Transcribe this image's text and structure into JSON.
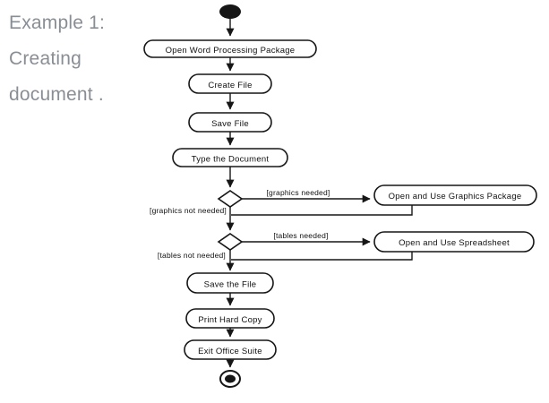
{
  "caption": {
    "lines": [
      "Example 1:",
      "Creating",
      "document ."
    ]
  },
  "colors": {
    "caption_text": "#898e95",
    "diagram_stroke": "#161616",
    "node_fill": "#ffffff",
    "background": "#ffffff"
  },
  "diagram": {
    "type": "uml-activity-diagram",
    "nodes": {
      "open_word_processing": "Open Word Processing Package",
      "create_file": "Create File",
      "save_file": "Save File",
      "type_document": "Type the Document",
      "graphics_package": "Open and Use Graphics Package",
      "spreadsheet": "Open and Use Spreadsheet",
      "save_the_file": "Save the File",
      "print_hard_copy": "Print Hard Copy",
      "exit_office_suite": "Exit Office Suite"
    },
    "guards": {
      "graphics_needed": "[graphics needed]",
      "graphics_not_needed": "[graphics not needed]",
      "tables_needed": "[tables needed]",
      "tables_not_needed": "[tables not needed]"
    },
    "edges": [
      {
        "from": "start",
        "to": "open_word_processing"
      },
      {
        "from": "open_word_processing",
        "to": "create_file"
      },
      {
        "from": "create_file",
        "to": "save_file"
      },
      {
        "from": "save_file",
        "to": "type_document"
      },
      {
        "from": "type_document",
        "to": "decision_graphics"
      },
      {
        "from": "decision_graphics",
        "to": "graphics_package",
        "guard": "[graphics needed]"
      },
      {
        "from": "decision_graphics",
        "to": "decision_tables",
        "guard": "[graphics not needed]"
      },
      {
        "from": "graphics_package",
        "to": "decision_tables"
      },
      {
        "from": "decision_tables",
        "to": "spreadsheet",
        "guard": "[tables needed]"
      },
      {
        "from": "decision_tables",
        "to": "save_the_file",
        "guard": "[tables not needed]"
      },
      {
        "from": "spreadsheet",
        "to": "save_the_file"
      },
      {
        "from": "save_the_file",
        "to": "print_hard_copy"
      },
      {
        "from": "print_hard_copy",
        "to": "exit_office_suite"
      },
      {
        "from": "exit_office_suite",
        "to": "end"
      }
    ]
  }
}
